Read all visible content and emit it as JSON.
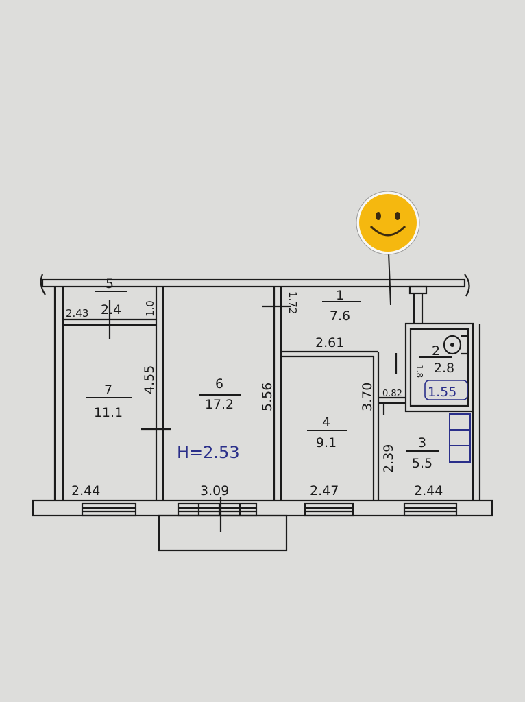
{
  "plan": {
    "ceiling_height": "H=2.53",
    "rooms": [
      {
        "number": "5",
        "area": "2.4"
      },
      {
        "number": "7",
        "area": "11.1"
      },
      {
        "number": "6",
        "area": "17.2"
      },
      {
        "number": "1",
        "area": "7.6"
      },
      {
        "number": "4",
        "area": "9.1"
      },
      {
        "number": "2",
        "area": "2.8"
      },
      {
        "number": "3",
        "area": "5.5"
      }
    ],
    "dimensions": {
      "closet_width": "2.43",
      "closet_depth": "1.0",
      "room7_depth": "4.55",
      "room6_depth": "5.56",
      "hall_depth": "1.72",
      "room4_top": "2.61",
      "room4_depth": "3.70",
      "passage": "0.82",
      "bath_depth": "1.8",
      "bath_blue": "1.55",
      "kitchen_depth": "2.39",
      "room7_width": "2.44",
      "room6_width": "3.09",
      "room4_width": "2.47",
      "kitchen_width": "2.44"
    },
    "colors": {
      "smiley": "#f5b80f",
      "ink": "#1b1b1b",
      "blue_ink": "#2a2f8a"
    }
  }
}
